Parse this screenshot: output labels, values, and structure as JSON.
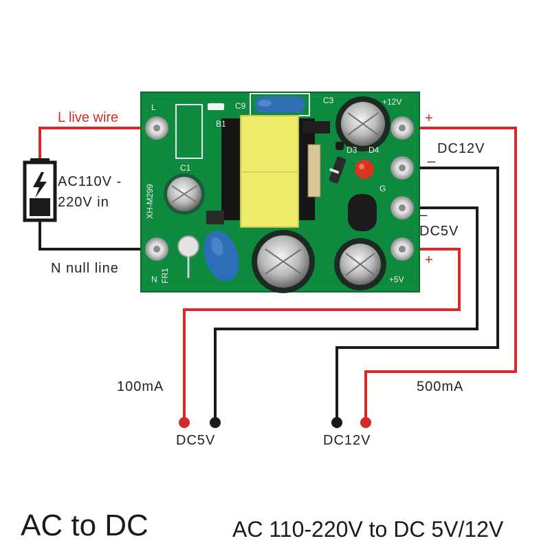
{
  "colors": {
    "pcb": "#0e8a3e",
    "wire_red": "#d42a2a",
    "wire_black": "#1a1a1a"
  },
  "input": {
    "live_label": "L live wire",
    "null_label": "N null line",
    "source_line1": "AC110V -",
    "source_line2": "220V in",
    "battery_icon": "battery-bolt-icon"
  },
  "outputs": {
    "dc12_label": "DC12V",
    "dc5_label": "DC5V",
    "plus_top": "+",
    "minus_top": "_",
    "minus_bottom": "_",
    "plus_bottom": "+",
    "current_5v": "100mA",
    "current_12v": "500mA",
    "terminal_5v": "DC5V",
    "terminal_12v": "DC12V"
  },
  "board": {
    "silk_l": "L",
    "silk_n": "N",
    "silk_12v": "+12V",
    "silk_5v": "+5V",
    "silk_c9": "C9",
    "silk_c3": "C3",
    "silk_b1": "B1",
    "silk_c1": "C1",
    "silk_d3": "D3",
    "silk_d4": "D4",
    "silk_fr1": "FR1",
    "silk_model": "XH-M299",
    "silk_g": "G"
  },
  "caption": {
    "left": "AC to DC",
    "right": "AC 110-220V to DC 5V/12V"
  }
}
